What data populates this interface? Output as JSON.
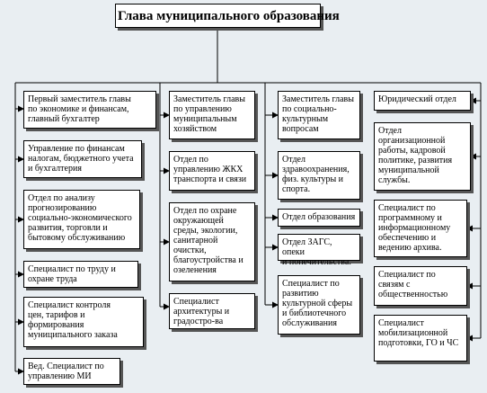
{
  "head": {
    "label": "Глава муниципального образования"
  },
  "columns": [
    {
      "id": "col1",
      "header": "Первый заместитель главы\nпо экономике и финансам,\nглавный бухгалтер",
      "items": [
        "Управление по финансам\nналогам, бюджетного учета\nи бухгалтерия",
        "Отдел  по анализу\nпрогнозированию\nсоциально-экономического\nразвития, торговли и\nбытовому обслуживанию",
        "Специалист по труду и\nохране труда",
        "Специалист контроля\nцен, тарифов и\nформирования\nмуниципального заказа",
        "Вед. Специалист по\nуправлению МИ"
      ]
    },
    {
      "id": "col2",
      "header": "Заместитель главы\nпо управлению\nмуниципальным\nхозяйством",
      "items": [
        "Отдел по\nуправлению ЖКХ\nтранспорта и связи",
        "Отдел по охране\nокружающей\nсреды, экологии,\nсанитарной\nочистки,\nблагоустройства и\nозеленения",
        "Специалист\nархитектуры и\nградостро-ва"
      ]
    },
    {
      "id": "col3",
      "header": "Заместитель главы\nпо социально-\nкультурным\nвопросам",
      "items": [
        "Отдел\nздравоохранения,\nфиз. культуры и\nспорта.",
        "Отдел образования",
        "Отдел ЗАГС, опеки\nи попечительства.",
        "Специалист по\nразвитию\nкультурной сферы\nи библиотечного\nобслуживания"
      ]
    },
    {
      "id": "col4",
      "items": [
        "Юридический отдел",
        "Отдел\nорганизационной\nработы, кадровой\nполитике, развития\nмуниципальной\nслужбы.",
        "Специалист по\nпрограммному и\nинформационному\nобеспечению и\nведению архива.",
        "Специалист по\nсвязям с\nобщественностью",
        "Специалист\nмобилизационной\nподготовки, ГО и  ЧС"
      ]
    }
  ],
  "colors": {
    "line": "#000000",
    "box": "#ffffff",
    "background": "#e9eef2",
    "shadow": "#555555"
  }
}
